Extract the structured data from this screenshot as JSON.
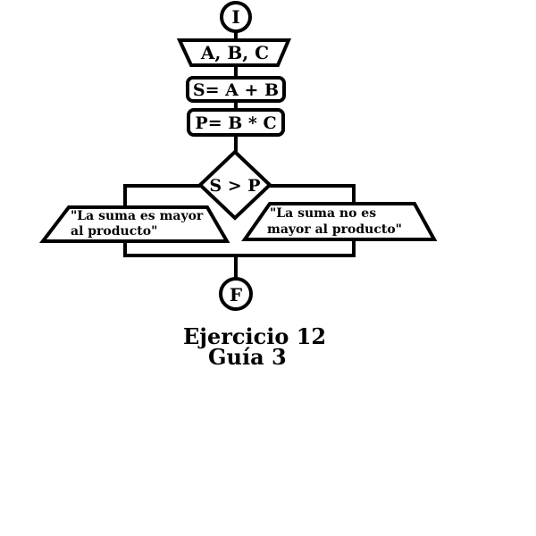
{
  "diagram": {
    "start": "I",
    "input": "A, B, C",
    "process_sum": "S= A + B",
    "process_product": "P= B * C",
    "decision": "S > P",
    "output_true_line1": "\"La suma es mayor",
    "output_true_line2": "al producto\"",
    "output_false_line1": "\"La suma no es",
    "output_false_line2": "mayor al producto\"",
    "end": "F"
  },
  "caption": {
    "line1": "Ejercicio 12",
    "line2": "Guía 3"
  },
  "colors": {
    "stroke": "#000000",
    "background": "#ffffff"
  }
}
